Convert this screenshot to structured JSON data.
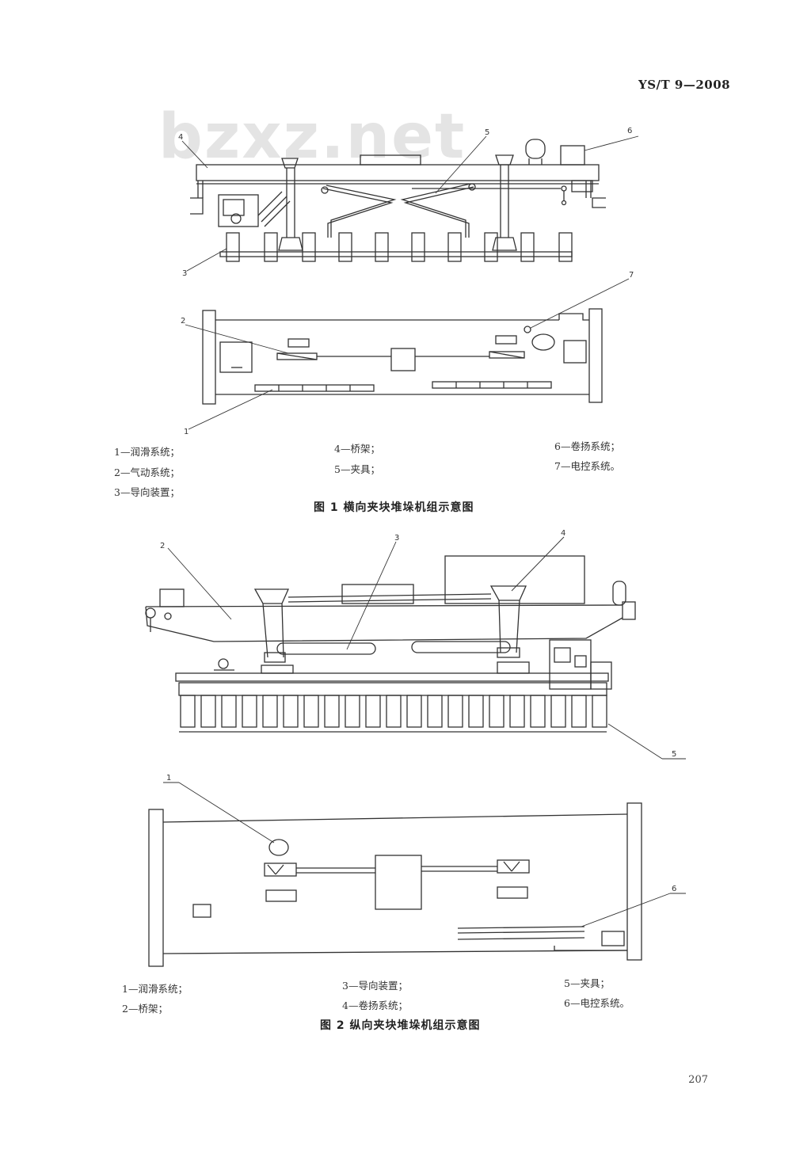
{
  "header": {
    "standard_code": "YS/T 9—2008"
  },
  "watermark": "bzxz.net",
  "figure1": {
    "caption": "图 1   横向夹块堆垛机组示意图",
    "callouts": [
      "1",
      "2",
      "3",
      "4",
      "5",
      "6",
      "7"
    ],
    "legend": [
      [
        "1—润滑系统；",
        "2—气动系统；",
        "3—导向装置；"
      ],
      [
        "4—桥架；",
        "5—夹具；"
      ],
      [
        "6—卷扬系统；",
        "7—电控系统。"
      ]
    ]
  },
  "figure2": {
    "caption": "图 2   纵向夹块堆垛机组示意图",
    "callouts": [
      "1",
      "2",
      "3",
      "4",
      "5",
      "6"
    ],
    "legend": [
      [
        "1—润滑系统；",
        "2—桥架；"
      ],
      [
        "3—导向装置；",
        "4—卷扬系统；"
      ],
      [
        "5—夹具；",
        "6—电控系统。"
      ]
    ]
  },
  "page_number": "207"
}
